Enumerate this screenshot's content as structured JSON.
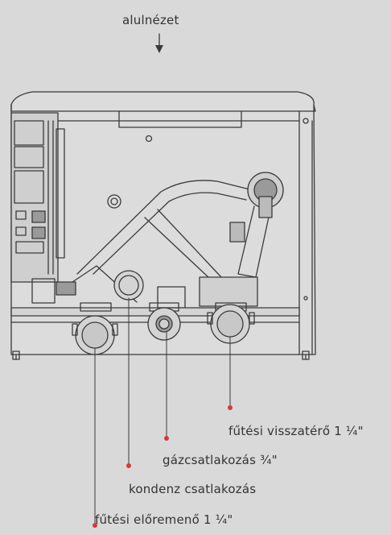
{
  "view_label": "alulnézet",
  "callouts": [
    {
      "id": "return",
      "label": "fűtési visszatérő 1 ¼\""
    },
    {
      "id": "gas",
      "label": "gázcsatlakozás ¾\""
    },
    {
      "id": "condensate",
      "label": "kondenz csatlakozás"
    },
    {
      "id": "flow",
      "label": "fűtési előremenő 1 ¼\""
    }
  ],
  "colors": {
    "background": "#d9d9d9",
    "line": "#3a3a3a",
    "marker": "#e0343a"
  }
}
